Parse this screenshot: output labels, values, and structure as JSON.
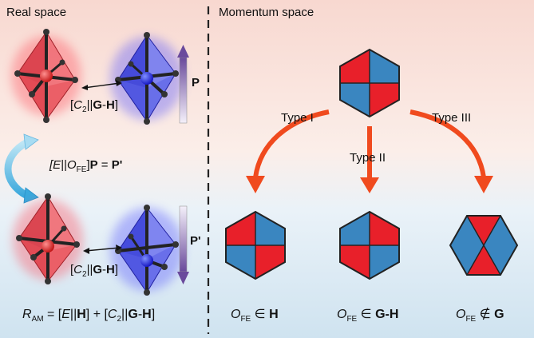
{
  "headings": {
    "real_space": "Real space",
    "momentum_space": "Momentum space"
  },
  "real_space": {
    "top_relation": {
      "open": "[",
      "c": "C",
      "sub": "2",
      "bars": "||",
      "g": "G",
      "dash": "-",
      "h": "H",
      "close": "]"
    },
    "bottom_relation": {
      "open": "[",
      "c": "C",
      "sub": "2",
      "bars": "||",
      "g": "G",
      "dash": "-",
      "h": "H",
      "close": "]"
    },
    "polarization_top": "P",
    "polarization_bottom": "P'",
    "operation": {
      "pre": "[E||O",
      "sub": "FE",
      "post": "]",
      "p": "P",
      "eq": " = ",
      "p2": "P'"
    },
    "formula": {
      "r": "R",
      "r_sub": "AM",
      "eq": " = [",
      "e": "E",
      "bars1": "||",
      "h1": "H",
      "mid": "] + [",
      "c": "C",
      "c_sub": "2",
      "bars2": "||",
      "g": "G",
      "dash": "-",
      "h2": "H",
      "close": "]"
    }
  },
  "momentum_space": {
    "types": [
      "Type I",
      "Type II",
      "Type III"
    ],
    "conditions": [
      {
        "o": "O",
        "sub": "FE",
        "rel": " ∈ ",
        "group": "H"
      },
      {
        "o": "O",
        "sub": "FE",
        "rel": " ∈ ",
        "group": "G-H"
      },
      {
        "o": "O",
        "sub": "FE",
        "rel": " ∉ ",
        "group": "G"
      }
    ]
  },
  "colors": {
    "red": "#e8202a",
    "blue": "#3a86c0",
    "arrow": "#f04a1e",
    "octa_red": "#e8505a",
    "octa_blue": "#4a52e6",
    "polar_arrow": "#6a4a9c"
  }
}
